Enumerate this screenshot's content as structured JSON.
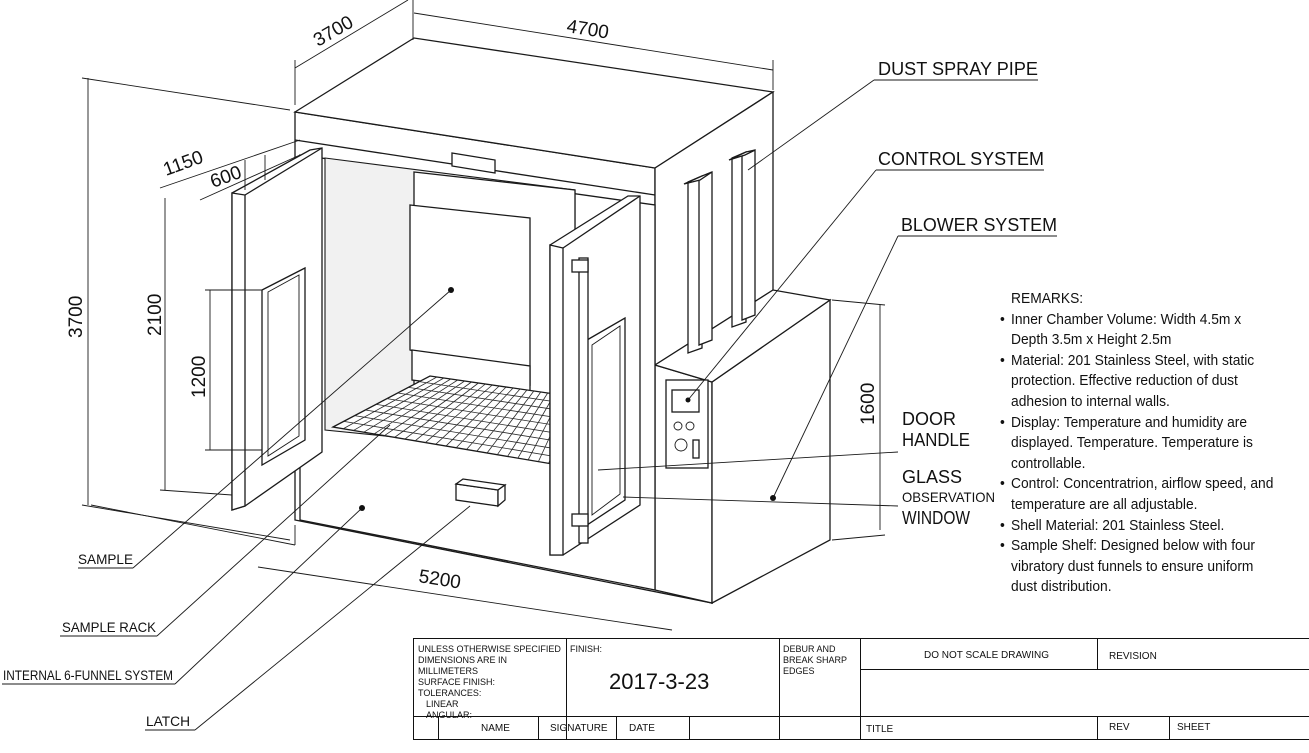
{
  "dimensions": {
    "top_depth": "3700",
    "top_width": "4700",
    "door_depth_outer": "1150",
    "door_depth_inner": "600",
    "total_height": "3700",
    "door_height": "2100",
    "window_height": "1200",
    "base_length": "5200",
    "cabinet_height": "1600"
  },
  "callouts": {
    "dust_spray_pipe": "DUST SPRAY PIPE",
    "control_system": "CONTROL SYSTEM",
    "blower_system": "BLOWER SYSTEM",
    "door_handle_line1": "DOOR",
    "door_handle_line2": "HANDLE",
    "glass_line1": "GLASS",
    "glass_line2": "OBSERVATION",
    "glass_line3": "WINDOW",
    "sample": "SAMPLE",
    "sample_rack": "SAMPLE RACK",
    "funnel_system": "INTERNAL 6-FUNNEL SYSTEM",
    "latch": "LATCH"
  },
  "remarks": {
    "title": "REMARKS:",
    "items": [
      "Inner Chamber Volume: Width 4.5m x Depth 3.5m x Height 2.5m",
      "Material: 201 Stainless Steel, with static protection. Effective reduction of dust adhesion to internal walls.",
      "Display: Temperature and humidity are displayed. Temperature. Temperature is controllable.",
      "Control: Concentratrion, airflow speed, and temperature are all adjustable.",
      "Shell Material: 201 Stainless Steel.",
      "Sample Shelf: Designed below with four vibratory dust funnels to ensure uniform dust distribution."
    ]
  },
  "title_block": {
    "tolerance_lines": [
      "UNLESS OTHERWISE SPECIFIED",
      "DIMENSIONS ARE IN MILLIMETERS",
      "SURFACE FINISH:",
      "TOLERANCES:",
      "LINEAR",
      "ANGULAR:"
    ],
    "finish_label": "FINISH:",
    "date": "2017-3-23",
    "deburr_lines": [
      "DEBUR AND",
      "BREAK SHARP",
      "EDGES"
    ],
    "do_not_scale": "DO NOT SCALE DRAWING",
    "revision": "REVISION",
    "name": "NAME",
    "signature": "SIGNATURE",
    "date_label": "DATE",
    "title": "TITLE",
    "rev": "REV",
    "sheet": "SHEET"
  }
}
